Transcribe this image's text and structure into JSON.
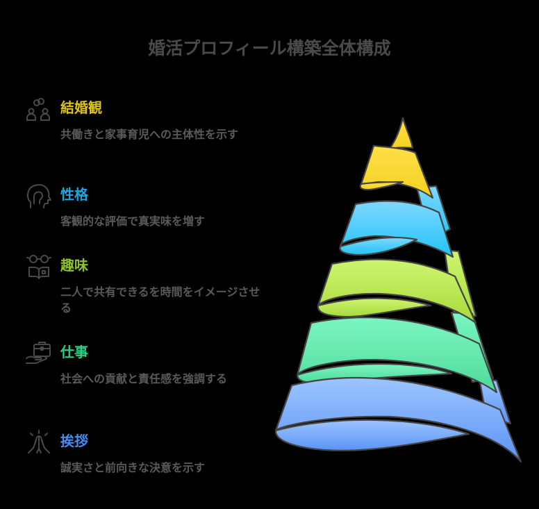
{
  "title": "婚活プロフィール構築全体構成",
  "items": [
    {
      "heading": "結婚観",
      "description": "共働きと家事育児への主体性を示す",
      "icon": "couple-rings-icon",
      "color": "#e0c21c",
      "layer_color_top": "#fde047",
      "layer_color_bottom": "#f5d020"
    },
    {
      "heading": "性格",
      "description": "客観的な評価で真実味を増す",
      "icon": "head-profile-icon",
      "color": "#1ca7e0",
      "layer_color_top": "#7dd8ff",
      "layer_color_bottom": "#22c3f5"
    },
    {
      "heading": "趣味",
      "description": "二人で共有できるを時間をイメージさせる",
      "icon": "glasses-book-icon",
      "color": "#8cc22a",
      "layer_color_top": "#cdf570",
      "layer_color_bottom": "#a8d93a"
    },
    {
      "heading": "仕事",
      "description": "社会への貢献と責任感を強調する",
      "icon": "briefcase-hand-icon",
      "color": "#2dcf84",
      "layer_color_top": "#7cf5c2",
      "layer_color_bottom": "#4ddb98"
    },
    {
      "heading": "挨拶",
      "description": "誠実さと前向きな決意を示す",
      "icon": "praying-hands-icon",
      "color": "#4a8cf0",
      "layer_color_top": "#9cc4ff",
      "layer_color_bottom": "#5b93f5"
    }
  ],
  "colors": {
    "background": "#000000",
    "title": "#4a4a4a",
    "description": "#5a5a5a",
    "icon_stroke": "#4a4a4a",
    "outline": "#444444"
  }
}
